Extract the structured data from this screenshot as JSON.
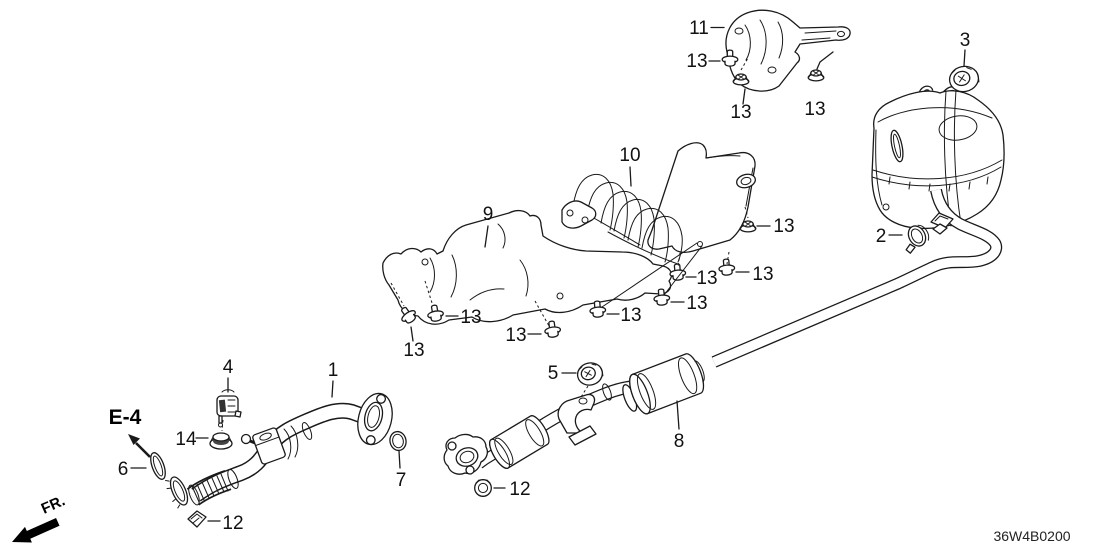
{
  "diagram": {
    "code": "36W4B0200",
    "front_label": "FR.",
    "section_ref_label": "E-4",
    "background_color": "#ffffff",
    "line_color": "#1a1a1a",
    "text_color": "#111111"
  },
  "callouts": {
    "1": "1",
    "2": "2",
    "3": "3",
    "4": "4",
    "5": "5",
    "6": "6",
    "7": "7",
    "8": "8",
    "9": "9",
    "10": "10",
    "11": "11",
    "12": "12",
    "13": "13",
    "14": "14"
  }
}
